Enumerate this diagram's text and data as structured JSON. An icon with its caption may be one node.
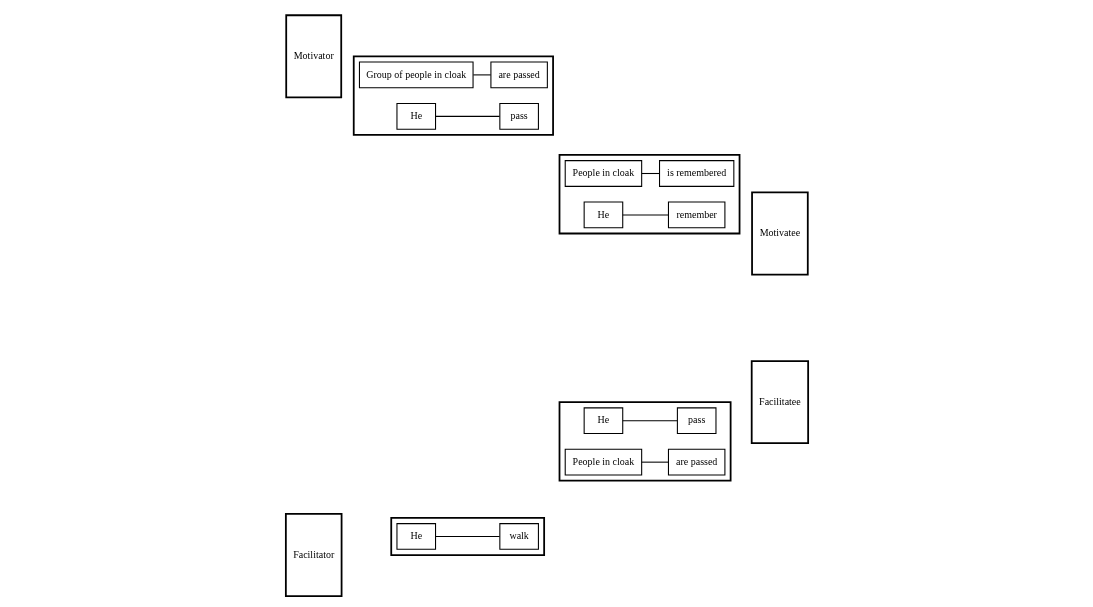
{
  "diagram": {
    "nodes": [
      {
        "text": [
          "Facilitator"
        ]
      },
      {
        "text": [],
        "shape": "chevron"
      },
      {
        "text": [
          "He"
        ],
        "in": 1
      },
      {
        "text": [
          "walk"
        ],
        "in": 1
      },
      {
        "text": [],
        "shape": "chevron"
      },
      {
        "text": [
          "People in cloak"
        ],
        "in": 4
      },
      {
        "text": [
          "are passed"
        ],
        "in": 4
      },
      {
        "text": [
          "He"
        ],
        "in": 4
      },
      {
        "text": [
          "pass"
        ],
        "in": 4
      },
      {
        "text": [
          "Facilitatee"
        ]
      },
      {
        "text": [
          "Motivator"
        ]
      },
      {
        "text": [],
        "shape": "chevron"
      },
      {
        "text": [
          "Group of people in cloak"
        ],
        "in": 11
      },
      {
        "text": [
          "are passed"
        ],
        "in": 11
      },
      {
        "text": [
          "He"
        ],
        "in": 11
      },
      {
        "text": [
          "pass"
        ],
        "in": 11
      },
      {
        "text": [],
        "shape": "chevron"
      },
      {
        "text": [
          "People in cloak"
        ],
        "in": 16
      },
      {
        "text": [
          "is remembered"
        ],
        "in": 16
      },
      {
        "text": [
          "He"
        ],
        "in": 16
      },
      {
        "text": [
          "remember"
        ],
        "in": 16
      },
      {
        "text": [
          "Motivatee"
        ]
      }
    ],
    "edges": [
      {
        "from": 2,
        "to": 3,
        "arrow": "none"
      },
      {
        "from": 5,
        "to": 6,
        "arrow": "none"
      },
      {
        "from": 7,
        "to": 8,
        "arrow": "none"
      },
      {
        "from": 12,
        "to": 13,
        "arrow": "none"
      },
      {
        "from": 14,
        "to": 15,
        "arrow": "none"
      },
      {
        "from": 17,
        "to": 18,
        "arrow": "none"
      },
      {
        "from": 19,
        "to": 20,
        "arrow": "none"
      }
    ]
  }
}
